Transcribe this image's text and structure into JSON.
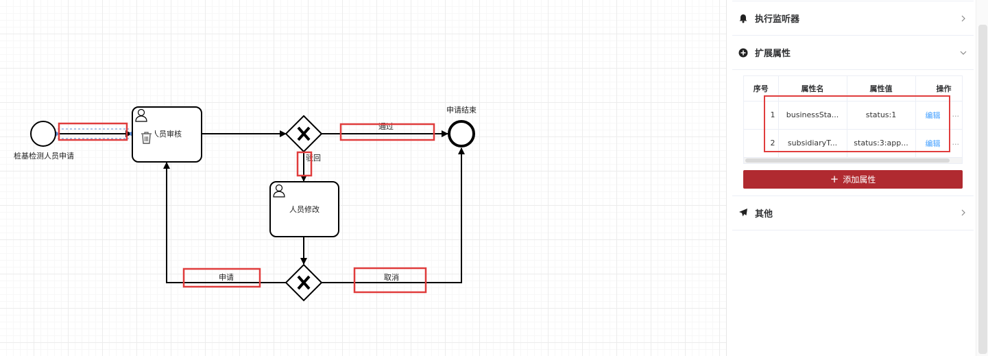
{
  "diagram": {
    "start_event_label": "桩基检测人员申请",
    "task_review_label": "人员审核",
    "task_modify_label": "人员修改",
    "end_event_label": "申请结束",
    "flow_pass_label": "通过",
    "flow_reject_label": "驳回",
    "flow_apply_label": "申请",
    "flow_cancel_label": "取消",
    "highlight_color": "#e03c3c"
  },
  "panel": {
    "listener_section_title": "执行监听器",
    "extension_section_title": "扩展属性",
    "other_section_title": "其他",
    "table": {
      "headers": [
        "序号",
        "属性名",
        "属性值",
        "操作"
      ],
      "rows": [
        {
          "index": "1",
          "name": "businessSta...",
          "value": "status:1",
          "action": "编辑",
          "more": "..."
        },
        {
          "index": "2",
          "name": "subsidiaryT...",
          "value": "status:3:app...",
          "action": "编辑",
          "more": "..."
        }
      ]
    },
    "add_button_label": "添加属性",
    "accent_color": "#b02a30",
    "link_color": "#409eff"
  }
}
